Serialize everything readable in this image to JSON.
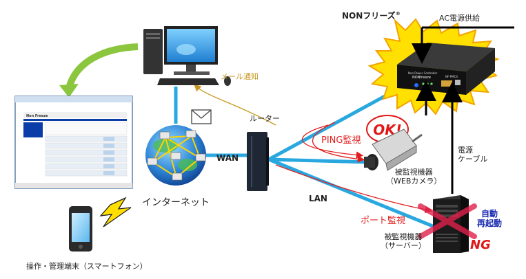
{
  "title": "NONフリーズ",
  "title_mark": "®",
  "labels": {
    "ac_power": "AC電源供給",
    "mail_notify": "メール通知",
    "router": "ルーター",
    "wan": "WAN",
    "lan": "LAN",
    "internet": "インターネット",
    "ping_monitor": "PING監視",
    "port_monitor": "ポート監視",
    "power_cable": [
      "電源",
      "ケーブル"
    ],
    "camera_device": [
      "被監視機器",
      "（WEBカメラ）"
    ],
    "server_device": [
      "被監視機器",
      "（サーバー）"
    ],
    "auto_restart": [
      "自動",
      "再起動"
    ],
    "ok": "OK!",
    "ng": "NG",
    "smartphone": "操作・管理端末（スマートフォン）"
  },
  "device": {
    "brand_line1": "Non Power Controller",
    "brand_line2": "NONfreeze",
    "model": "NF-PMC4"
  },
  "browser_window": {
    "app_title": "Non Freeze"
  },
  "colors": {
    "lan_line": "#29a8e0",
    "ping_arrow": "#e02020",
    "mail_label": "#c8961e",
    "burst_fill": "#ffe000",
    "burst_stroke": "#f3a300",
    "ok_red": "#e01818",
    "ng_red": "#e01818",
    "restart_blue": "#1a2bb0",
    "green_arrow": "#8cc63f"
  },
  "icons": [
    "monitor-icon",
    "mail-icon",
    "globe-icon",
    "router-icon",
    "camera-icon",
    "server-icon",
    "smartphone-icon",
    "lightning-icon",
    "power-controller-icon",
    "browser-window-icon"
  ]
}
